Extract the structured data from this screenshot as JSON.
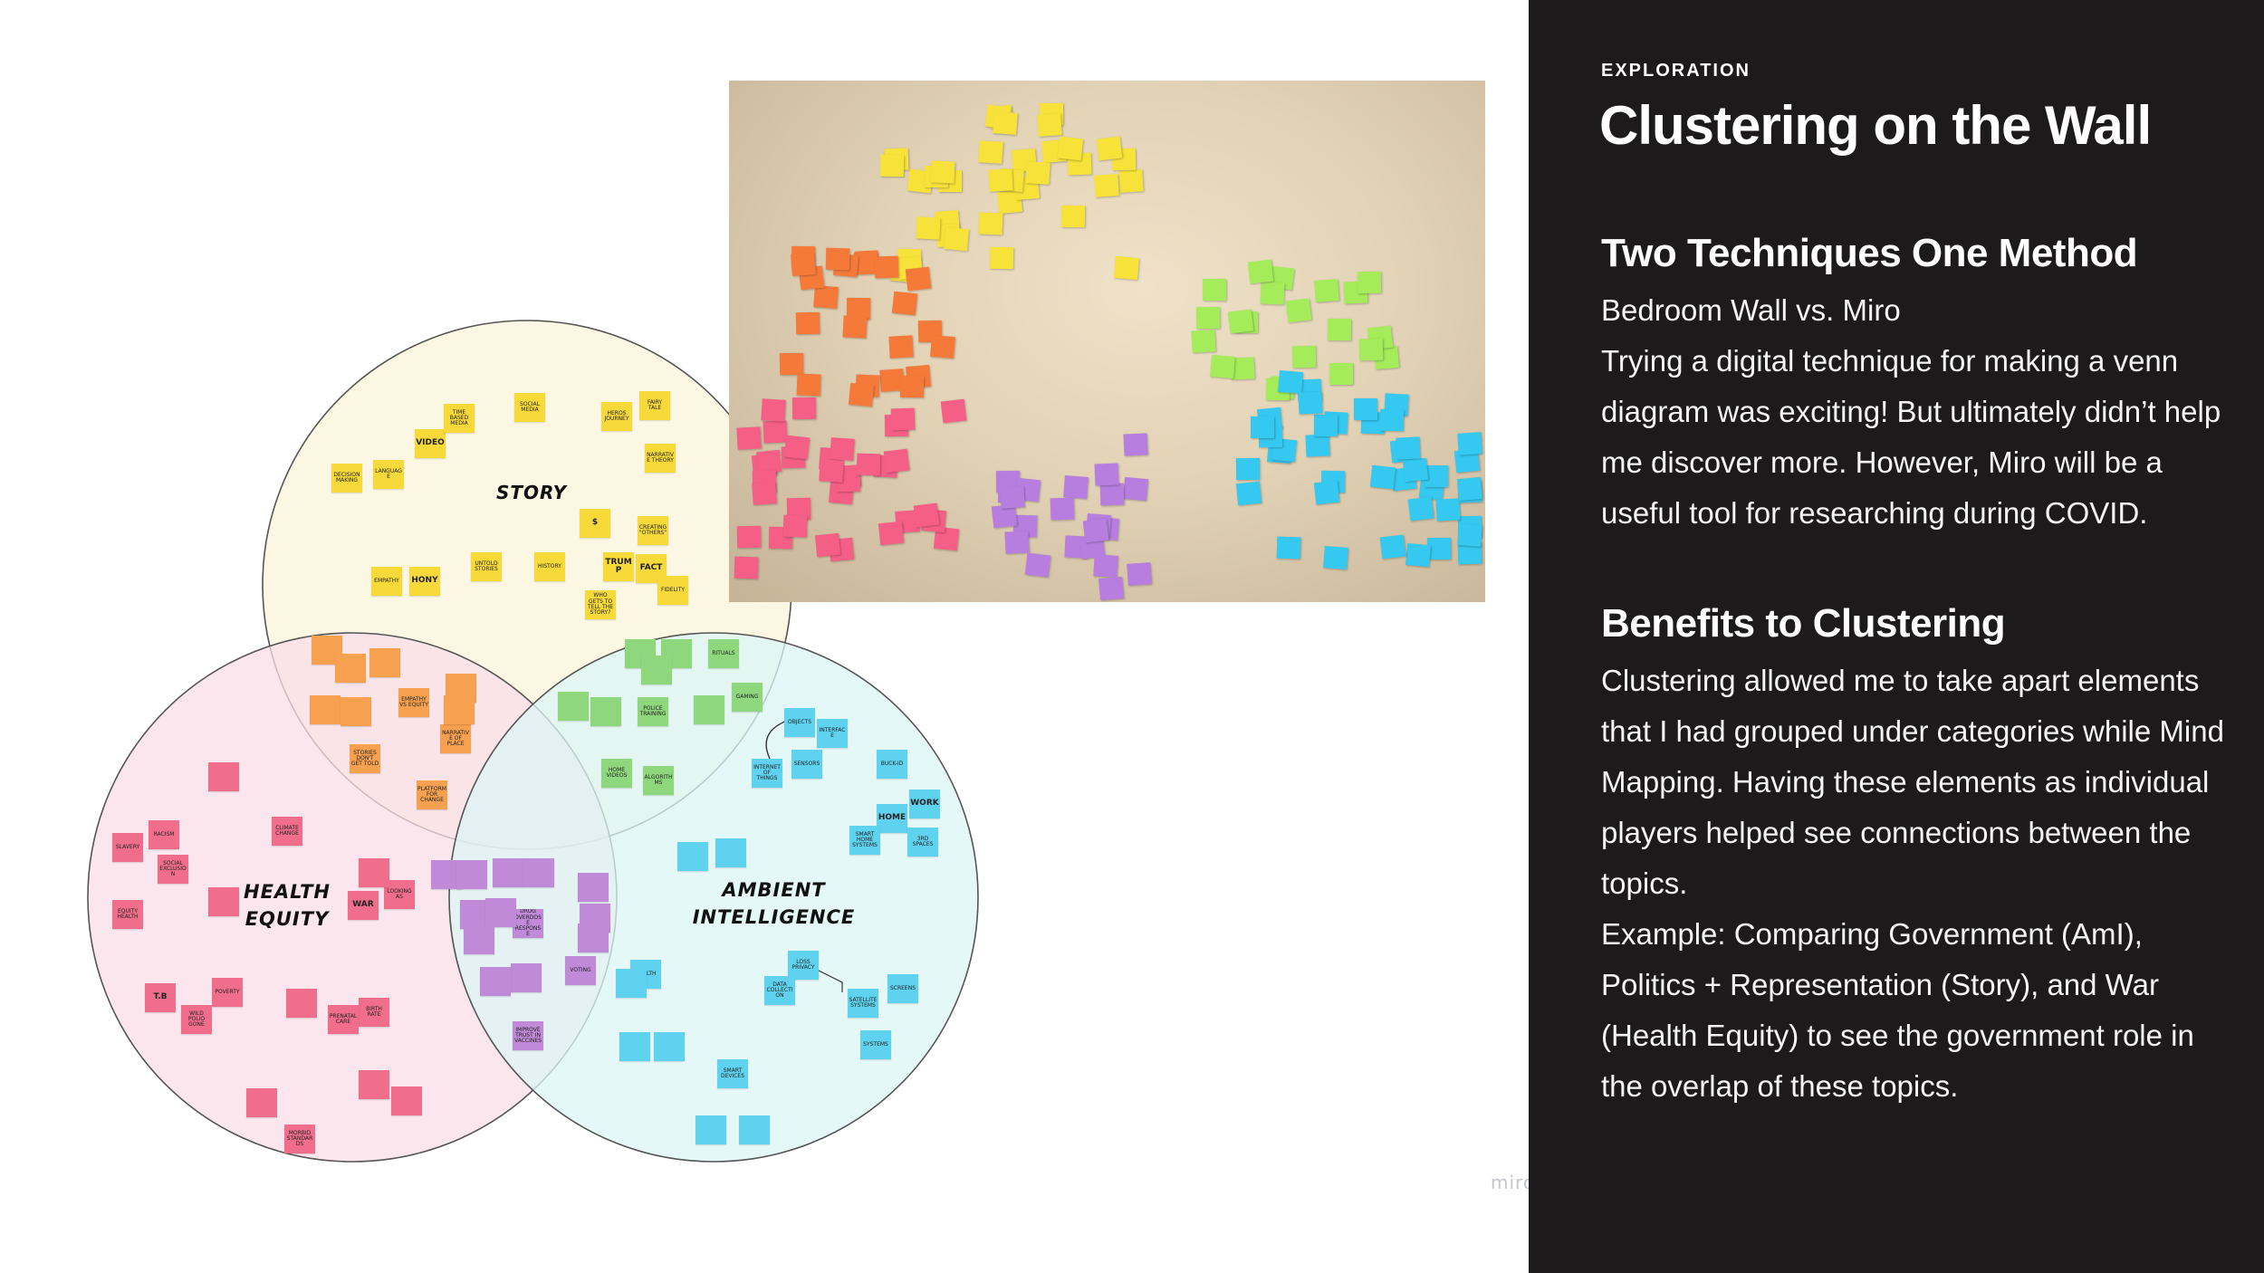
{
  "panel": {
    "eyebrow": "EXPLORATION",
    "title": "Clustering on the Wall",
    "section1": {
      "heading": "Two Techniques One Method",
      "lines": [
        "Bedroom Wall vs. Miro",
        "Trying a digital technique for making a venn diagram was exciting! But ultimately didn’t help me discover more. However, Miro will be a useful tool for researching during COVID."
      ]
    },
    "section2": {
      "heading": "Benefits to Clustering",
      "lines": [
        "Clustering allowed me to take apart elements that I had grouped under categories while Mind Mapping. Having these elements as individual players helped see connections between the topics.",
        "Example: Comparing Government (AmI), Politics + Representation (Story), and War (Health Equity)  to see the government role in the overlap of these topics."
      ]
    }
  },
  "venn": {
    "circles": [
      {
        "label": "STORY",
        "fill": "#fbf6e0"
      },
      {
        "label": "HEALTH EQUITY",
        "fill": "#f9e0ea"
      },
      {
        "label": "AMBIENT INTELLIGENCE",
        "fill": "#e2f7f8"
      }
    ],
    "note_colors": {
      "yellow": "#f7d93a",
      "orange": "#f7a150",
      "green": "#8fd77d",
      "blue": "#5fd2ef",
      "pink": "#f06e8c",
      "purple": "#c08ad9"
    },
    "notes": [
      {
        "text": "SOCIAL MEDIA",
        "color": "yellow"
      },
      {
        "text": "FAIRY TALE",
        "color": "yellow"
      },
      {
        "text": "VIDEO",
        "color": "yellow"
      },
      {
        "text": "TIME BASED MEDIA",
        "color": "yellow"
      },
      {
        "text": "HEROS JOURNEY",
        "color": "yellow"
      },
      {
        "text": "DECISION MAKING",
        "color": "yellow"
      },
      {
        "text": "LANGUAGE",
        "color": "yellow"
      },
      {
        "text": "NARRATIVE THEORY",
        "color": "yellow"
      },
      {
        "text": "$",
        "color": "yellow"
      },
      {
        "text": "CREATING \"OTHERS\"",
        "color": "yellow"
      },
      {
        "text": "EMPATHY",
        "color": "yellow"
      },
      {
        "text": "HONY",
        "color": "yellow"
      },
      {
        "text": "UNTOLD STORIES",
        "color": "yellow"
      },
      {
        "text": "HISTORY",
        "color": "yellow"
      },
      {
        "text": "TRUMP",
        "color": "yellow"
      },
      {
        "text": "FACT",
        "color": "yellow"
      },
      {
        "text": "FIDELITY",
        "color": "yellow"
      },
      {
        "text": "WHO GETS TO TELL THE STORY?",
        "color": "yellow"
      },
      {
        "text": "EMPATHY VS EQUITY",
        "color": "orange"
      },
      {
        "text": "STORIES DON'T GET TOLD",
        "color": "orange"
      },
      {
        "text": "NARRATIVE OF PLACE",
        "color": "orange"
      },
      {
        "text": "PLATFORM FOR CHANGE",
        "color": "orange"
      },
      {
        "text": "RITUALS",
        "color": "green"
      },
      {
        "text": "GAMING",
        "color": "green"
      },
      {
        "text": "HOME VIDEOS",
        "color": "green"
      },
      {
        "text": "POLICE TRAINING",
        "color": "green"
      },
      {
        "text": "ALGORITHMS",
        "color": "green"
      },
      {
        "text": "OBJECTS",
        "color": "blue"
      },
      {
        "text": "SENSORS",
        "color": "blue"
      },
      {
        "text": "INTERFACE",
        "color": "blue"
      },
      {
        "text": "INTERNET OF THINGS",
        "color": "blue"
      },
      {
        "text": "BUCK-ID",
        "color": "blue"
      },
      {
        "text": "HOME",
        "color": "blue"
      },
      {
        "text": "WORK",
        "color": "blue"
      },
      {
        "text": "3RD SPACES",
        "color": "blue"
      },
      {
        "text": "SMART HOME SYSTEMS",
        "color": "blue"
      },
      {
        "text": "LOSS PRIVACY",
        "color": "blue"
      },
      {
        "text": "HEALTH",
        "color": "blue"
      },
      {
        "text": "DATA COLLECTION",
        "color": "blue"
      },
      {
        "text": "SATELLITE SYSTEMS",
        "color": "blue"
      },
      {
        "text": "SCREENS",
        "color": "blue"
      },
      {
        "text": "SYSTEMS",
        "color": "blue"
      },
      {
        "text": "SMART DEVICES",
        "color": "blue"
      },
      {
        "text": "CLIMATE CHANGE",
        "color": "pink"
      },
      {
        "text": "SLAVERY",
        "color": "pink"
      },
      {
        "text": "RACISM",
        "color": "pink"
      },
      {
        "text": "SOCIAL EXCLUSION",
        "color": "pink"
      },
      {
        "text": "EQUITY HEALTH",
        "color": "pink"
      },
      {
        "text": "WAR",
        "color": "pink"
      },
      {
        "text": "LOOKING AS",
        "color": "pink"
      },
      {
        "text": "T.B",
        "color": "pink"
      },
      {
        "text": "POVERTY",
        "color": "pink"
      },
      {
        "text": "WILD POLIO GONE",
        "color": "pink"
      },
      {
        "text": "BIRTH RATE",
        "color": "pink"
      },
      {
        "text": "PRENATAL CARE",
        "color": "pink"
      },
      {
        "text": "MORBID STANDARDS",
        "color": "pink"
      },
      {
        "text": "VOTING",
        "color": "purple"
      },
      {
        "text": "IMPROVE TRUST IN VACCINES",
        "color": "purple"
      },
      {
        "text": "DRUG OVERDOSE RESPONSE",
        "color": "purple"
      }
    ],
    "watermark": "miro"
  },
  "photo": {
    "description_colors": [
      "#f7e23a",
      "#f57a3a",
      "#a4ec5a",
      "#35c8f0",
      "#f55f86",
      "#b77ee0"
    ]
  }
}
